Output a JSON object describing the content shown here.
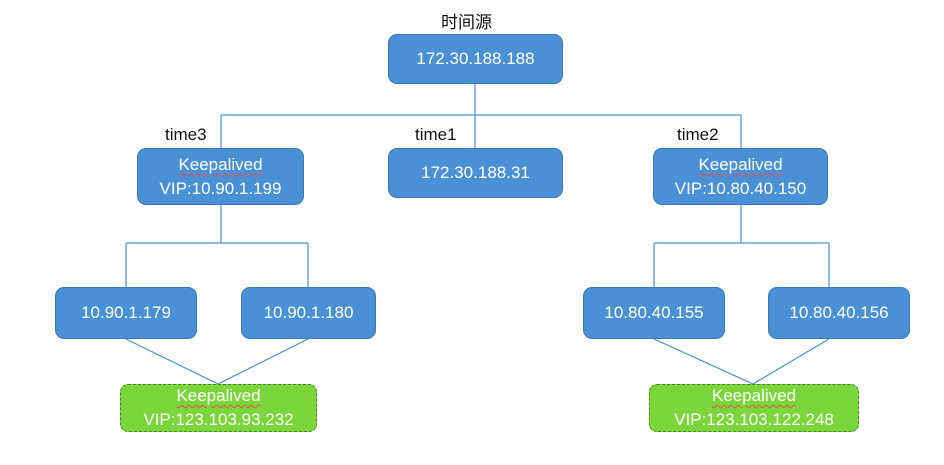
{
  "title": "时间源",
  "nodes": {
    "root": "172.30.188.188",
    "time1_ip": "172.30.188.31",
    "time2_name": "Keepalived",
    "time2_vip": "VIP:10.80.40.150",
    "time3_name": "Keepalived",
    "time3_vip": "VIP:10.90.1.199",
    "l1": "10.90.1.179",
    "l2": "10.90.1.180",
    "r1": "10.80.40.155",
    "r2": "10.80.40.156",
    "bl_name": "Keepalived",
    "bl_vip": "VIP:123.103.93.232",
    "br_name": "Keepalived",
    "br_vip": "VIP:123.103.122.248"
  },
  "labels": {
    "time1": "time1",
    "time2": "time2",
    "time3": "time3"
  },
  "colors": {
    "node_blue": "#4a90d6",
    "node_green": "#7ad63a",
    "connector": "#4a90d6"
  }
}
